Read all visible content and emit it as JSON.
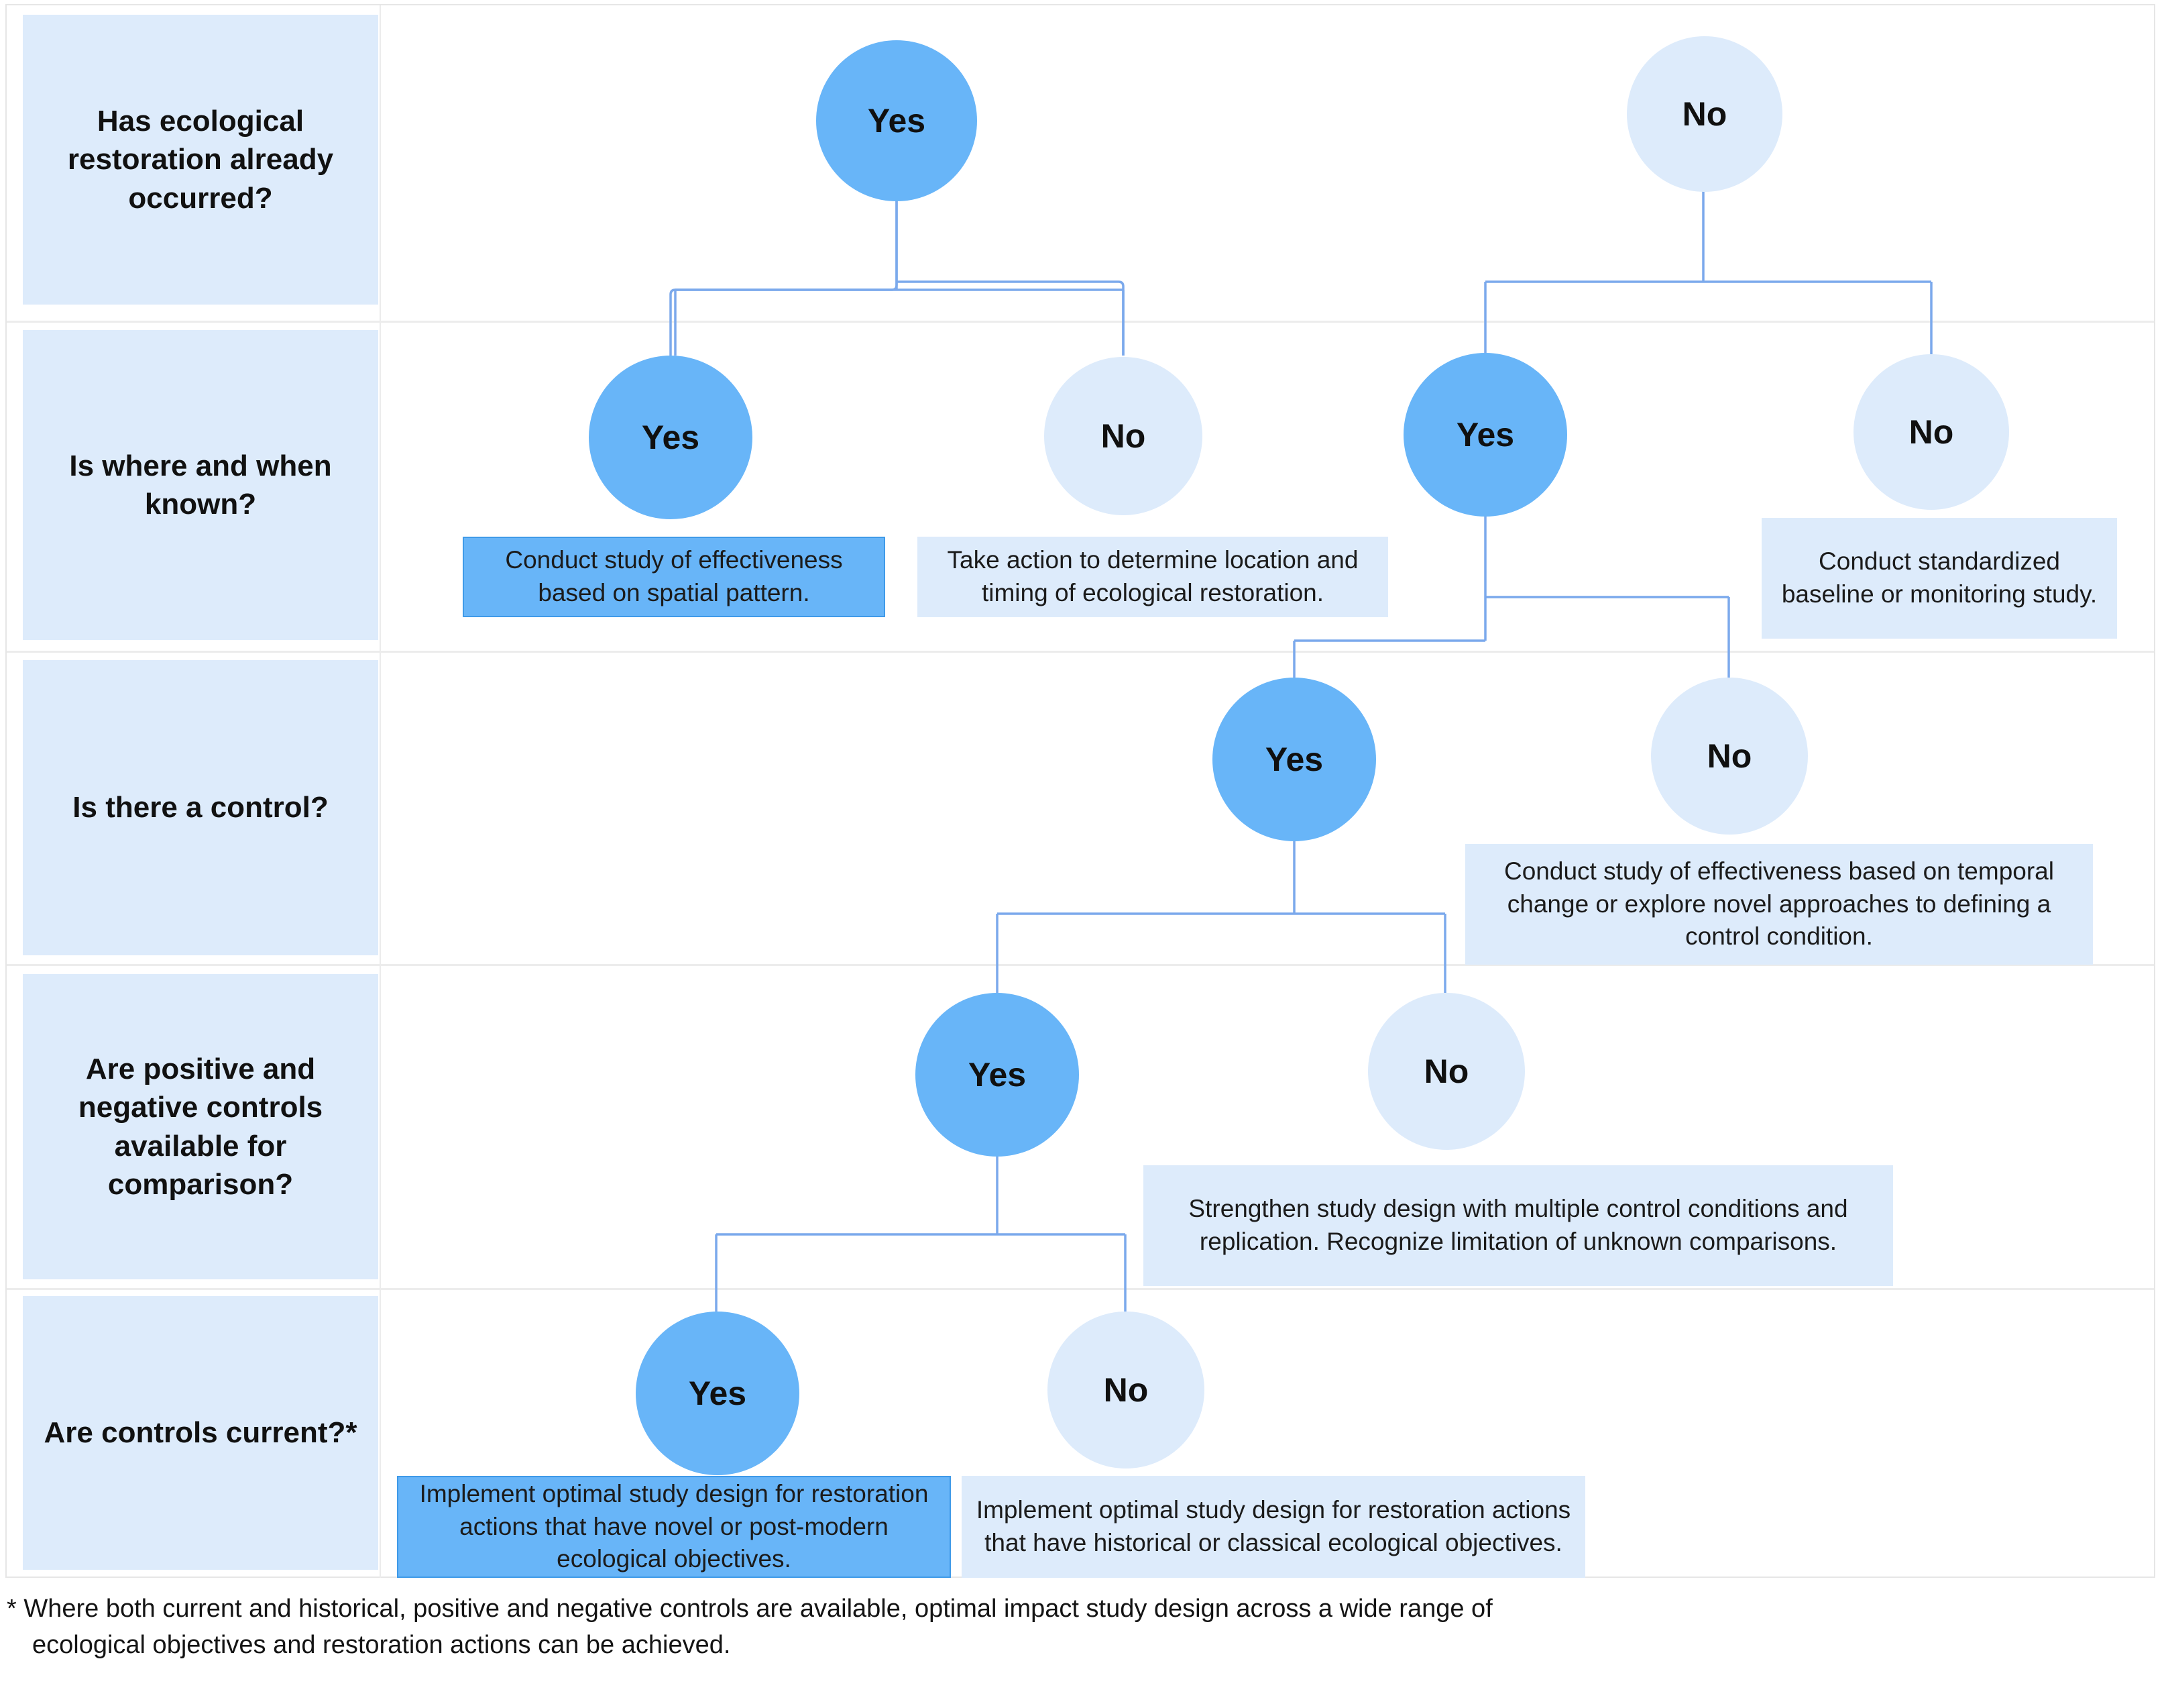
{
  "diagram": {
    "title": "Ecological restoration impact study design decision tree",
    "colors": {
      "yes_node": "#68b5f8",
      "no_node": "#ddebfb",
      "label_cell": "#ddebfb",
      "connector": "#7ba9ec",
      "outcome_strong_bg": "#68b5f8",
      "outcome_soft_bg": "#ddebfb",
      "grid_line": "#ececec"
    }
  },
  "questions": [
    {
      "id": "q1",
      "text": "Has ecological restoration already occurred?"
    },
    {
      "id": "q2",
      "text": "Is where and when known?"
    },
    {
      "id": "q3",
      "text": "Is there a control?"
    },
    {
      "id": "q4",
      "text": "Are positive and negative controls available for comparison?"
    },
    {
      "id": "q5",
      "text": "Are controls current?*"
    }
  ],
  "nodes": {
    "r1_yes": "Yes",
    "r1_no": "No",
    "r2_a_yes": "Yes",
    "r2_a_no": "No",
    "r2_b_yes": "Yes",
    "r2_b_no": "No",
    "r3_yes": "Yes",
    "r3_no": "No",
    "r4_yes": "Yes",
    "r4_no": "No",
    "r5_yes": "Yes",
    "r5_no": "No"
  },
  "outcomes": {
    "o_spatial": "Conduct study of effectiveness based on spatial pattern.",
    "o_take_action": "Take action to determine location and timing of ecological restoration.",
    "o_baseline": "Conduct standardized baseline or monitoring study.",
    "o_temporal": "Conduct study of effectiveness based on temporal change or explore novel approaches to defining a control condition.",
    "o_strengthen": "Strengthen study design with multiple control conditions and replication. Recognize limitation of unknown comparisons.",
    "o_novel": "Implement optimal study design for restoration actions that have novel or post-modern ecological objectives.",
    "o_historical": "Implement optimal study design for restoration actions that have historical or classical ecological objectives."
  },
  "footnote": {
    "line1": "* Where both current and historical, positive and negative controls are available, optimal impact study design across a wide range of",
    "line2": "ecological objectives and restoration actions can be achieved."
  }
}
